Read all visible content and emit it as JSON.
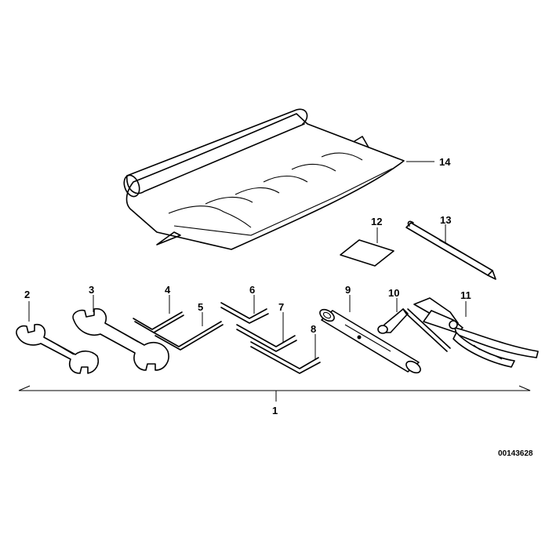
{
  "callouts": {
    "c1": "1",
    "c2": "2",
    "c3": "3",
    "c4": "4",
    "c5": "5",
    "c6": "6",
    "c7": "7",
    "c8": "8",
    "c9": "9",
    "c10": "10",
    "c11": "11",
    "c12": "12",
    "c13": "13",
    "c14": "14"
  },
  "document_number": "00143628"
}
